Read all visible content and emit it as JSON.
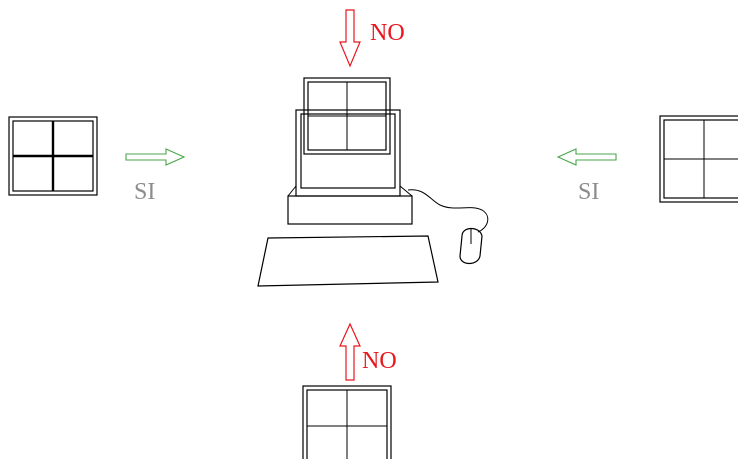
{
  "labels": {
    "top": "NO",
    "bottom": "NO",
    "left": "SI",
    "right": "SI"
  },
  "colors": {
    "forbidden": "#e8161e",
    "allowed": "#4aa64a",
    "caption_gray": "#8c8c8c"
  },
  "icons": {
    "window": "window-icon",
    "computer": "computer-icon",
    "arrow_down": "arrow-down-icon",
    "arrow_up": "arrow-up-icon",
    "arrow_right": "arrow-right-icon",
    "arrow_left": "arrow-left-icon"
  }
}
